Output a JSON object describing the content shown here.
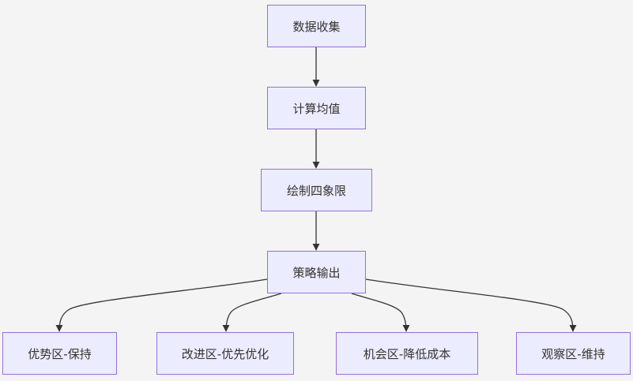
{
  "diagram": {
    "nodes": {
      "collect": "数据收集",
      "mean": "计算均值",
      "quadrant": "绘制四象限",
      "strategy": "策略输出",
      "advantage": "优势区-保持",
      "improve": "改进区-优先优化",
      "opportunity": "机会区-降低成本",
      "observe": "观察区-维持"
    },
    "edges": [
      [
        "collect",
        "mean"
      ],
      [
        "mean",
        "quadrant"
      ],
      [
        "quadrant",
        "strategy"
      ],
      [
        "strategy",
        "advantage"
      ],
      [
        "strategy",
        "improve"
      ],
      [
        "strategy",
        "opportunity"
      ],
      [
        "strategy",
        "observe"
      ]
    ],
    "colors": {
      "node_fill": "#ececff",
      "node_border": "#9370db",
      "edge": "#333333",
      "background": "#f4f4f4"
    }
  }
}
